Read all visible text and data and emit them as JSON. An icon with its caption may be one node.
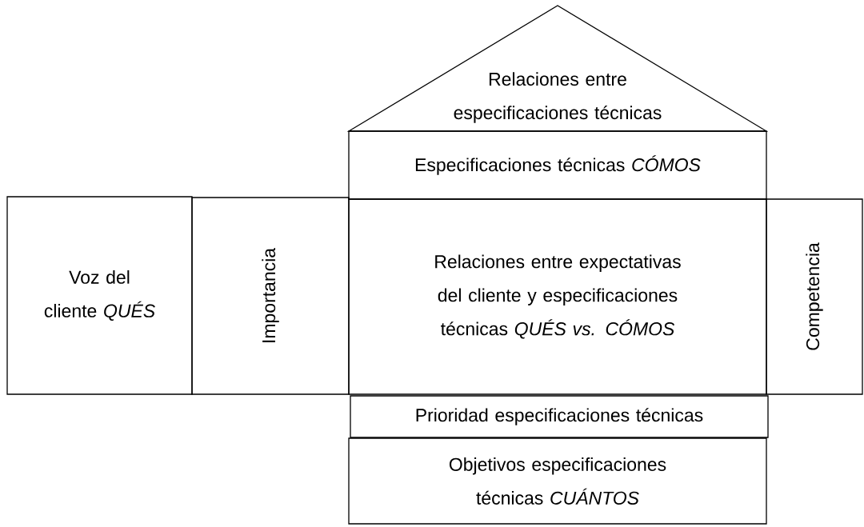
{
  "diagram": {
    "nodes": [
      {
        "text": [
          "Relaciones entre especificaciones técnicas"
        ]
      },
      {
        "text": [
          "Especificaciones técnicas *CÓMOS*"
        ]
      },
      {
        "text": [
          "Voz del cliente *QUÉS*"
        ]
      },
      {
        "text": [
          "Importancia"
        ]
      },
      {
        "text": [
          "Relaciones entre expectativas del cliente y especificaciones técnicas *QUÉS  vs. CÓMOS*"
        ]
      },
      {
        "text": [
          "Competencia"
        ]
      },
      {
        "text": [
          "Prioridad especificaciones técnicas"
        ]
      },
      {
        "text": [
          "Objetivos especificaciones técnicas *CUÁNTOS*"
        ]
      }
    ]
  }
}
